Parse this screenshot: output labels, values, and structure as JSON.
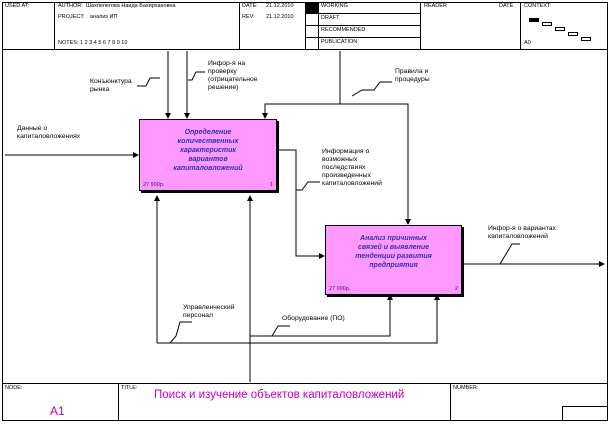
{
  "header": {
    "used_at": "USED AT:",
    "author_label": "AUTHOR:",
    "author_value": "Шахпелегова Наида Бахирхановна",
    "project_label": "PROJECT:",
    "project_value": "анализ ИП",
    "notes": "NOTES:  1  2  3  4  5  6  7  8  9  10",
    "date_label": "DATE:",
    "date_value": "21.12.2010",
    "rev_label": "REV:",
    "rev_value": "21.12.2010",
    "statuses": [
      "WORKING",
      "DRAFT",
      "RECOMMENDED",
      "PUBLICATION"
    ],
    "reader": "READER",
    "date2": "DATE",
    "context": "CONTEXT:",
    "context_node": "A0"
  },
  "boxes": [
    {
      "name": "Определение\nколичественных\nхарактеристик\nвариантов\nкапиталовложений",
      "cost": "27 900р.",
      "number": "1"
    },
    {
      "name": "Анализ причинных\nсвязей и выявление\nтенденции развития\nпредприятия",
      "cost": "27 000р.",
      "number": "2"
    }
  ],
  "labels": {
    "konjunktura": "Конъюнктура\nрынка",
    "info_check": "Инфор-я на\nпроверку\n(отрицательное\nрешение)",
    "rules": "Правила и\nпроцедуры",
    "data_cap": "Данные о\nкапиталовложениях",
    "info_possible": "Информация о\nвозможных\nпоследствиях\nпроизведенных\nкапиталовложений",
    "info_variants": "Инфор-я о вариантах\nкапиталовложений",
    "personnel": "Управленческий\nперсонал",
    "equipment": "Оборудование (ПО)"
  },
  "footer": {
    "node_label": "NODE:",
    "node_value": "A1",
    "title_label": "TITLE:",
    "title_value": "Поиск и изучение объектов капиталовложений",
    "number_label": "NUMBER:"
  }
}
